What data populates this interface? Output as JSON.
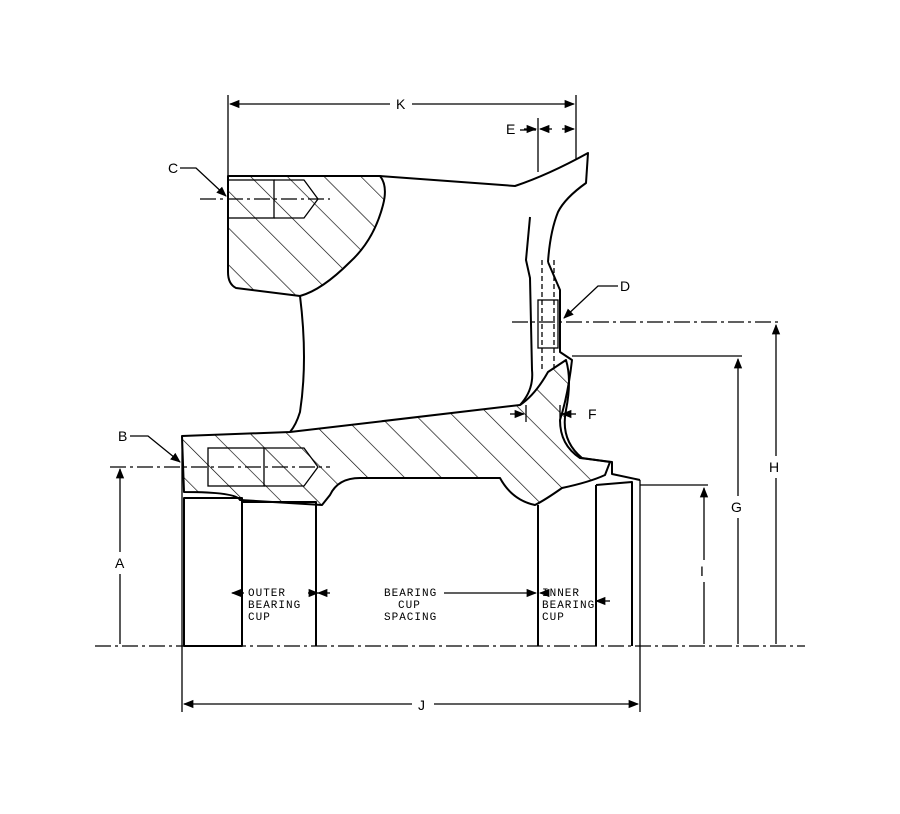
{
  "dimensions": {
    "K": "K",
    "E": "E",
    "C": "C",
    "D": "D",
    "B": "B",
    "F": "F",
    "A": "A",
    "I": "I",
    "G": "G",
    "H": "H",
    "J": "J"
  },
  "notes": {
    "outer_bearing_cup": [
      "OUTER",
      "BEARING",
      "CUP"
    ],
    "bearing_cup_spacing": [
      "BEARING",
      "CUP",
      "SPACING"
    ],
    "inner_bearing_cup": [
      "INNER",
      "BEARING",
      "CUP"
    ]
  }
}
